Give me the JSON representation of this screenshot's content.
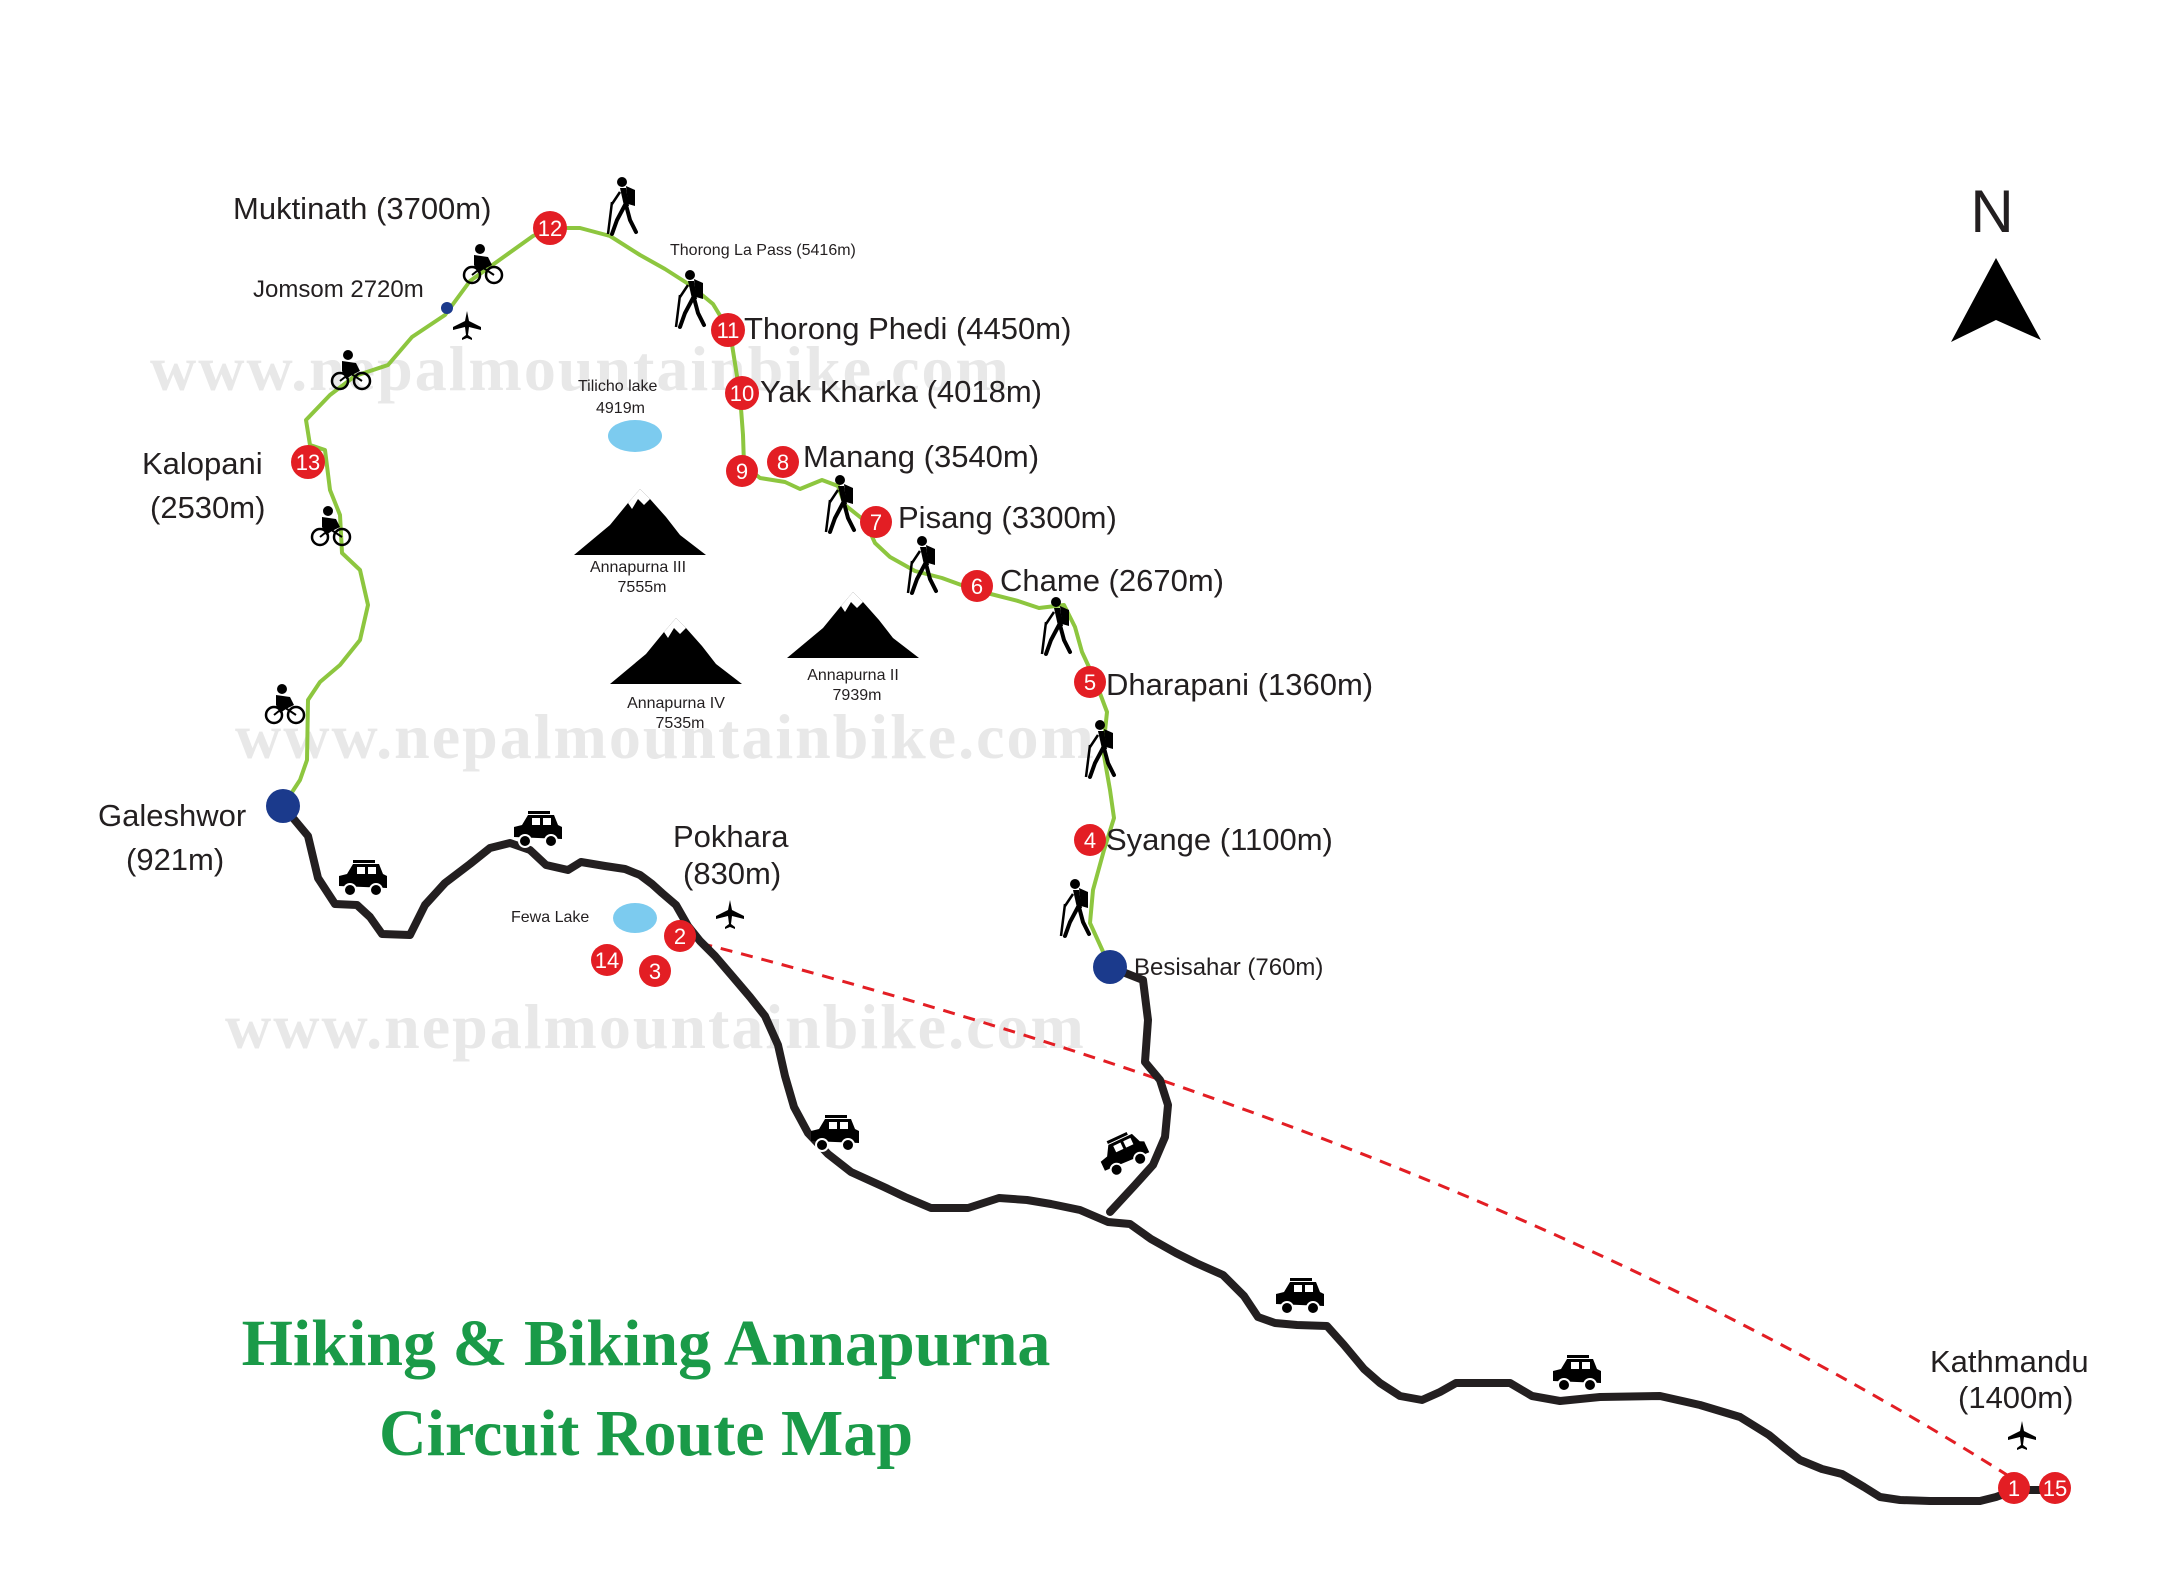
{
  "title": {
    "line1": "Hiking & Biking Annapurna",
    "line2": "Circuit  Route Map"
  },
  "watermark": "www.nepalmountainbike.com",
  "north_label": "N",
  "colors": {
    "trek": "#8dc63f",
    "road": "#231f20",
    "flight": "#e31e24",
    "stop": "#e31e24",
    "hub": "#1b3a8c",
    "lake": "#7ccbef",
    "title": "#1a9a48"
  },
  "places": {
    "muktinath": "Muktinath (3700m)",
    "thorong_la": "Thorong La Pass (5416m)",
    "jomsom": "Jomsom 2720m",
    "thorong_phedi": "Thorong Phedi (4450m)",
    "yak_kharka": "Yak Kharka (4018m)",
    "manang": "Manang (3540m)",
    "pisang": "Pisang (3300m)",
    "chame": "Chame (2670m)",
    "dharapani": "Dharapani (1360m)",
    "syange": "Syange (1100m)",
    "besisahar": "Besisahar (760m)",
    "kalopani_1": "Kalopani",
    "kalopani_2": "(2530m)",
    "galeshwor_1": "Galeshwor",
    "galeshwor_2": "(921m)",
    "pokhara_1": "Pokhara",
    "pokhara_2": "(830m)",
    "fewa_lake": "Fewa Lake",
    "kathmandu_1": "Kathmandu",
    "kathmandu_2": "(1400m)",
    "tilicho_1": "Tilicho lake",
    "tilicho_2": "4919m"
  },
  "mountains": [
    {
      "name": "Annapurna III",
      "height": "7555m"
    },
    {
      "name": "Annapurna IV",
      "height": "7535m"
    },
    {
      "name": "Annapurna II",
      "height": "7939m"
    }
  ],
  "day_markers": [
    "1",
    "15",
    "2",
    "3",
    "14",
    "4",
    "5",
    "6",
    "7",
    "8",
    "9",
    "10",
    "11",
    "12",
    "13"
  ],
  "icons": [
    "hiker-icon",
    "cyclist-icon",
    "jeep-icon",
    "airplane-icon",
    "mountain-icon",
    "lake-icon",
    "north-arrow-icon"
  ]
}
